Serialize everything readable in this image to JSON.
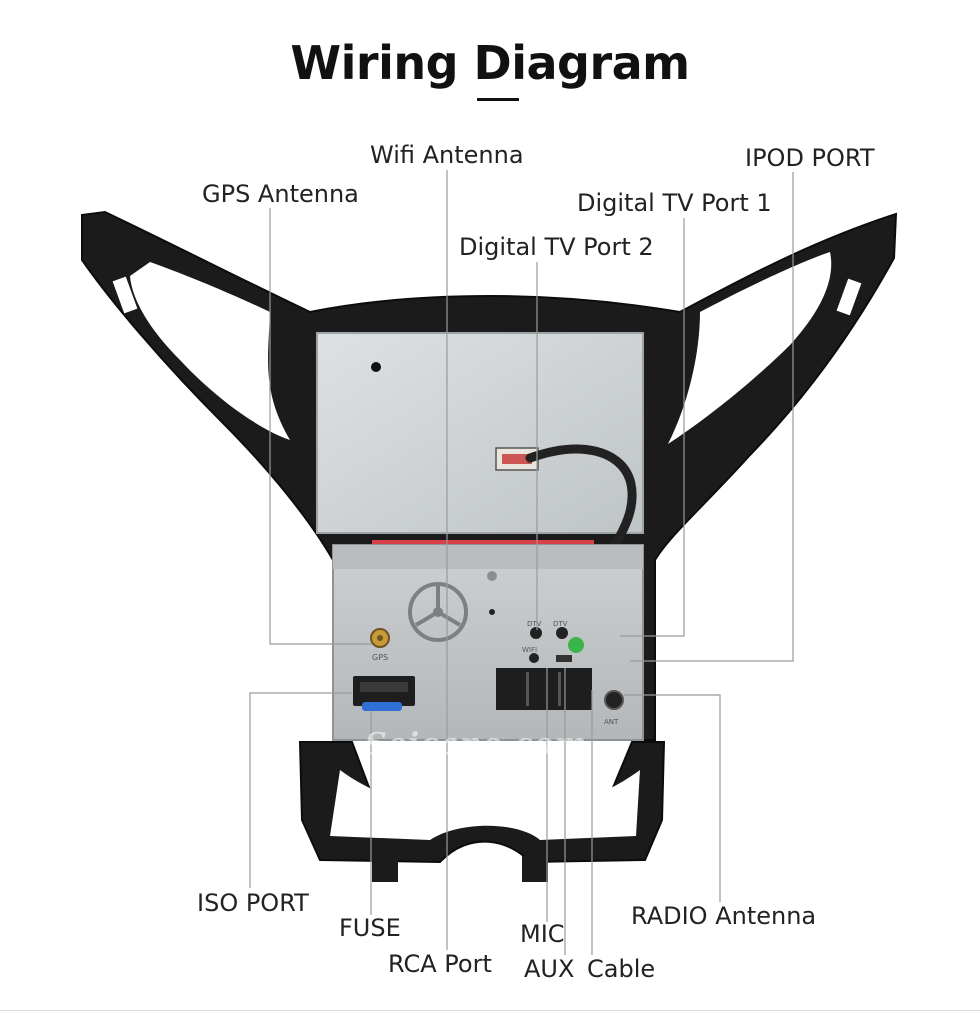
{
  "title": "Wiring Diagram",
  "watermark": "Seicane.com",
  "port_text": {
    "gps": "GPS",
    "dtv1": "DTV",
    "dtv2": "DTV",
    "wifi": "WIFI",
    "ant": "ANT"
  },
  "labels": {
    "wifi_antenna": "Wifi Antenna",
    "ipod_port": "IPOD PORT",
    "gps_antenna": "GPS Antenna",
    "digital_tv_port_1": "Digital TV Port 1",
    "digital_tv_port_2": "Digital TV Port 2",
    "iso_port": "ISO PORT",
    "fuse": "FUSE",
    "rca_port": "RCA Port",
    "mic": "MIC",
    "aux": "AUX",
    "cable": "Cable",
    "radio_antenna": "RADIO Antenna"
  },
  "colors": {
    "frame": "#1b1b1b",
    "top_box": "#cfd4d6",
    "chassis": "#c4c7c9",
    "leader_line": "#9a9a9a",
    "fuse": "#2f6fd6",
    "tape": "#d8404a",
    "tv_green": "#3ab54a"
  }
}
